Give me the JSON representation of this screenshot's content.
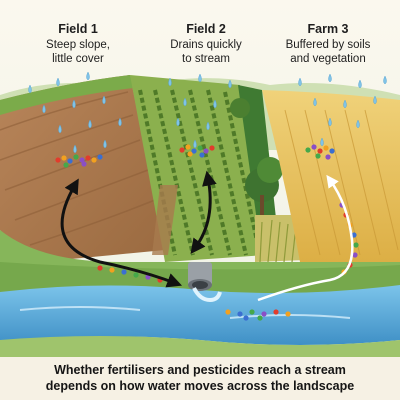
{
  "labels": {
    "field1": {
      "title": "Field 1",
      "line1": "Steep slope,",
      "line2": "little cover"
    },
    "field2": {
      "title": "Field 2",
      "line1": "Drains quickly",
      "line2": "to stream"
    },
    "farm3": {
      "title": "Farm 3",
      "line1": "Buffered by soils",
      "line2": "and vegetation"
    }
  },
  "caption": {
    "line1": "Whether fertilisers and pesticides reach a stream",
    "line2": "depends on how water moves across the landscape"
  },
  "colors": {
    "background": "#f6f1e4",
    "soil": "#a9754a",
    "crops": "#6f9a3a",
    "wheat": "#e3bd5a",
    "grass": "#86b65a",
    "water": "#5aa9d8",
    "rain": "#7fc3e8",
    "arrow_dark": "#111111",
    "arrow_light": "#ffffff",
    "pollutant_dots": [
      "#e23c2c",
      "#f2a11f",
      "#3b6fd1",
      "#45a84a",
      "#8a4fc6"
    ]
  }
}
